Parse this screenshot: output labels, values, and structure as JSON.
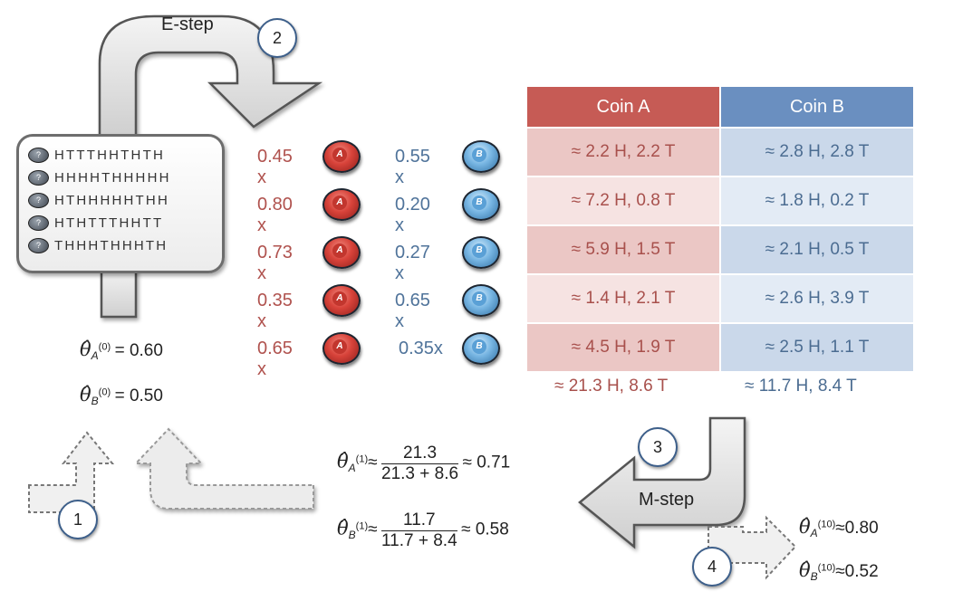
{
  "labels": {
    "e_step": "E-step",
    "m_step": "M-step",
    "step1": "1",
    "step2": "2",
    "step3": "3",
    "step4": "4",
    "unknown_coin": "?",
    "coin_a_letter": "A",
    "coin_b_letter": "B"
  },
  "sequences": [
    "HTTTHHTHTH",
    "HHHHTHHHHH",
    "HTHHHHHTHH",
    "HTHTTTHHTT",
    "THHHTHHHTH"
  ],
  "rows": [
    {
      "wA": "0.45 x",
      "wB": "0.55 x",
      "a": "≈ 2.2 H, 2.2 T",
      "b": "≈ 2.8 H, 2.8 T"
    },
    {
      "wA": "0.80 x",
      "wB": "0.20 x",
      "a": "≈ 7.2 H, 0.8 T",
      "b": "≈ 1.8 H, 0.2 T"
    },
    {
      "wA": "0.73 x",
      "wB": "0.27 x",
      "a": "≈ 5.9 H, 1.5 T",
      "b": "≈ 2.1 H, 0.5 T"
    },
    {
      "wA": "0.35 x",
      "wB": "0.65 x",
      "a": "≈ 1.4 H, 2.1 T",
      "b": "≈ 2.6 H, 3.9 T"
    },
    {
      "wA": "0.65 x",
      "wB": "0.35x",
      "a": "≈ 4.5 H, 1.9 T",
      "b": "≈ 2.5 H, 1.1 T"
    }
  ],
  "table": {
    "header_a": "Coin A",
    "header_b": "Coin B",
    "total_a": "≈ 21.3 H, 8.6 T",
    "total_b": "≈ 11.7 H, 8.4 T"
  },
  "init": {
    "theta_a_label": "θ̂",
    "theta_a_sub": "A",
    "theta_a_sup": "(0)",
    "theta_a_val": "= 0.60",
    "theta_b_label": "θ̂",
    "theta_b_sub": "B",
    "theta_b_sup": "(0)",
    "theta_b_val": "= 0.50"
  },
  "update": {
    "a_sub": "A",
    "a_sup": "(1)",
    "a_num": "21.3",
    "a_den": "21.3 + 8.6",
    "a_res": "≈ 0.71",
    "b_sub": "B",
    "b_sup": "(1)",
    "b_num": "11.7",
    "b_den": "11.7 + 8.4",
    "b_res": "≈ 0.58",
    "approx": "≈",
    "theta": "θ̂"
  },
  "final": {
    "a_sub": "A",
    "a_sup": "(10)",
    "a_val": "≈0.80",
    "b_sub": "B",
    "b_sup": "(10)",
    "b_val": "≈0.52",
    "theta": "θ̂"
  },
  "colors": {
    "coin_a": "#c65b55",
    "coin_b": "#6a8fc0",
    "cell_a_dark": "#ebc7c5",
    "cell_a_light": "#f6e3e2",
    "cell_b_dark": "#cad8ea",
    "cell_b_light": "#e3ebf5"
  }
}
